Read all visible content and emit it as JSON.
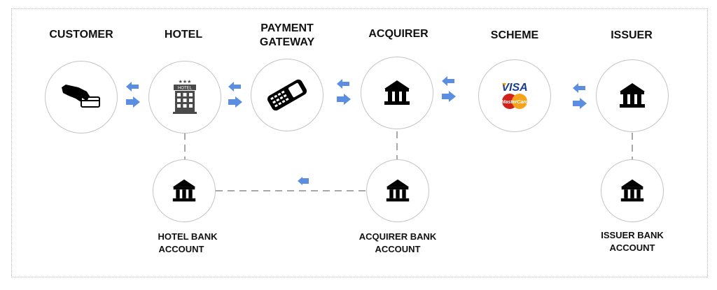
{
  "diagram": {
    "nodes": [
      {
        "id": "customer",
        "label": "CUSTOMER",
        "icon": "hand-card-icon"
      },
      {
        "id": "hotel",
        "label": "HOTEL",
        "icon": "hotel-building-icon",
        "icon_text": "HOTEL"
      },
      {
        "id": "payment-gateway",
        "label": "PAYMENT GATEWAY",
        "label_lines": [
          "PAYMENT",
          "GATEWAY"
        ],
        "icon": "card-terminal-icon"
      },
      {
        "id": "acquirer",
        "label": "ACQUIRER",
        "icon": "bank-icon"
      },
      {
        "id": "scheme",
        "label": "SCHEME",
        "icon": "visa-mastercard-icon",
        "visa_text": "VISA",
        "mastercard_text": "MasterCard"
      },
      {
        "id": "issuer",
        "label": "ISSUER",
        "icon": "bank-icon"
      }
    ],
    "accounts": [
      {
        "id": "hotel-bank-account",
        "label_lines": [
          "HOTEL BANK",
          "ACCOUNT"
        ],
        "icon": "bank-icon"
      },
      {
        "id": "acquirer-bank-account",
        "label_lines": [
          "ACQUIRER BANK",
          "ACCOUNT"
        ],
        "icon": "bank-icon"
      },
      {
        "id": "issuer-bank-account",
        "label_lines": [
          "ISSUER BANK",
          "ACCOUNT"
        ],
        "icon": "bank-icon"
      }
    ],
    "flows": [
      {
        "from": "customer",
        "to": "hotel",
        "type": "bidirectional"
      },
      {
        "from": "hotel",
        "to": "payment-gateway",
        "type": "bidirectional"
      },
      {
        "from": "payment-gateway",
        "to": "acquirer",
        "type": "bidirectional"
      },
      {
        "from": "acquirer",
        "to": "scheme",
        "type": "bidirectional"
      },
      {
        "from": "scheme",
        "to": "issuer",
        "type": "bidirectional"
      },
      {
        "from": "acquirer-bank-account",
        "to": "hotel-bank-account",
        "type": "settlement"
      }
    ],
    "colors": {
      "arrow": "#5b8ee0",
      "circle_border": "#c4c4c4",
      "dash": "#a8a8a8",
      "icon": "#111111",
      "hotel_icon": "#4a4a4a"
    }
  }
}
